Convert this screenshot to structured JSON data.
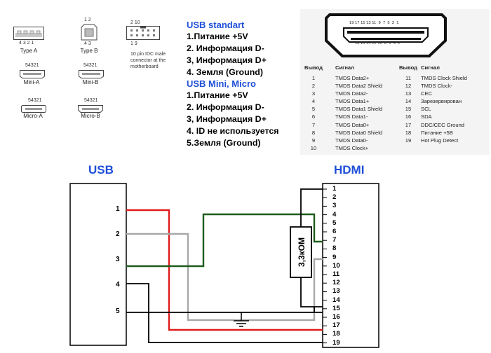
{
  "connectors": {
    "type_a": {
      "label": "Type A",
      "pins": "4  3  2  1"
    },
    "type_b": {
      "label": "Type B",
      "pins_top": "1  2",
      "pins_bottom": "4  3"
    },
    "idc": {
      "pins_top": "2         10",
      "pins_bottom": "1           9",
      "caption": [
        "10 pin IDC male",
        "connector at the",
        "motherboard"
      ]
    },
    "mini_a": {
      "label": "Mini-A",
      "pins": "54321"
    },
    "mini_b": {
      "label": "Mini-B",
      "pins": "54321"
    },
    "micro_a": {
      "label": "Micro-A",
      "pins": "54321"
    },
    "micro_b": {
      "label": "Micro-B",
      "pins": "54321"
    }
  },
  "usb_pins": {
    "standard_title": "USB standart",
    "standard": [
      "1.Питание +5V",
      "2. Информация  D-",
      "3, Информация D+",
      "4. Земля  (Ground)"
    ],
    "mini_title": "USB Mini, Micro",
    "mini": [
      "1.Питание +5V",
      "2. Информация  D-",
      "3, Информация D+",
      "4. ID не используется",
      "5.Земля  (Ground)"
    ]
  },
  "hdmi_table": {
    "face_top": "19 17 15 13 11  9  7  5  3  1",
    "face_bottom": "18 16 14 12 10  8  6  4  2",
    "headers": [
      "Вывод",
      "Сигнал",
      "Вывод",
      "Сигнал"
    ],
    "rows": [
      [
        "1",
        "TMDS Data2+",
        "11",
        "TMDS Clock Shield"
      ],
      [
        "2",
        "TMDS Data2 Shield",
        "12",
        "TMDS Clock-"
      ],
      [
        "3",
        "TMDS Data2-",
        "13",
        "CEC"
      ],
      [
        "4",
        "TMDS Data1+",
        "14",
        "Зарезервирован"
      ],
      [
        "5",
        "TMDS Data1 Shield",
        "15",
        "SCL"
      ],
      [
        "6",
        "TMDS Data1-",
        "16",
        "SDA"
      ],
      [
        "7",
        "TMDS Data0+",
        "17",
        "DDC/CEC Ground"
      ],
      [
        "8",
        "TMDS Data0 Shield",
        "18",
        "Питание +5В"
      ],
      [
        "9",
        "TMDS Data0-",
        "19",
        "Hot Plug Detect"
      ],
      [
        "10",
        "TMDS Clock+",
        "",
        ""
      ]
    ]
  },
  "schematic": {
    "usb_title": "USB",
    "hdmi_title": "HDMI",
    "usb_pins": [
      "1",
      "2",
      "3",
      "4",
      "5"
    ],
    "hdmi_pins": [
      "1",
      "2",
      "3",
      "4",
      "5",
      "6",
      "7",
      "8",
      "9",
      "10",
      "11",
      "12",
      "13",
      "14",
      "15",
      "16",
      "17",
      "18",
      "19"
    ],
    "resistor_label": "3,3кОМ",
    "colors": {
      "power": "#e01b1b",
      "data_minus": "#a8a8a8",
      "data_plus": "#1d5c1d",
      "ground": "#000000",
      "accent": "#1f4fd8"
    }
  }
}
